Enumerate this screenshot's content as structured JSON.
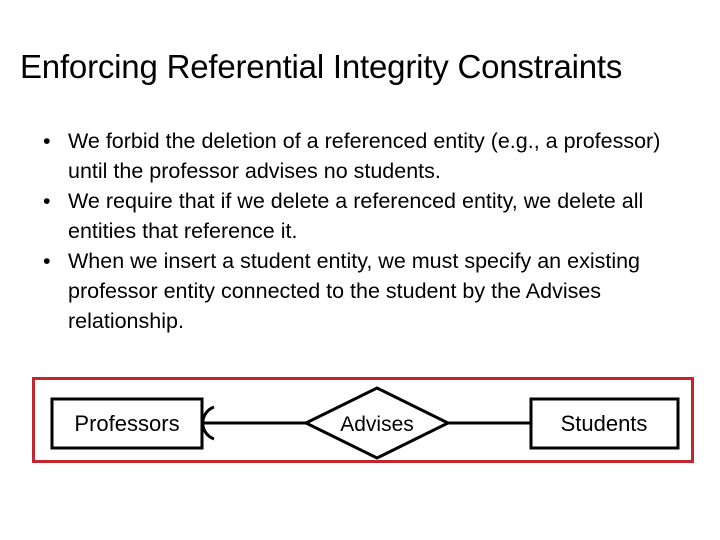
{
  "slide": {
    "title": "Enforcing Referential Integrity Constraints",
    "background_color": "#ffffff",
    "text_color": "#000000"
  },
  "body": {
    "bullet_marker": "•",
    "bullets": [
      "We forbid the deletion of a referenced entity (e.g., a professor) until the professor advises no students.",
      "We require that if we delete a referenced entity, we delete all entities that reference it.",
      "When we insert a student entity, we must specify an existing professor entity connected to the student by the Advises relationship."
    ]
  },
  "er_diagram": {
    "highlight_border_color": "#c1272d",
    "shape_stroke_color": "#000000",
    "left_entity": "Professors",
    "relationship": "Advises",
    "right_entity": "Students",
    "left_cardinality_marker": "arc-crows-foot"
  }
}
